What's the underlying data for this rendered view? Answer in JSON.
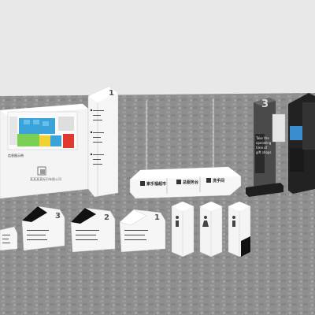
{
  "floor_map_panel": {
    "caption": "信息图示例",
    "logo_text": "某某某某标识有限公司"
  },
  "hanging_sign": {
    "items": [
      "家乐福超市",
      "总服务台",
      "洗手间"
    ]
  },
  "digit_labels": {
    "pylon": "3",
    "folded_tower": "1",
    "small_table_a": "3",
    "small_table_b": "2",
    "small_table_c": "1"
  },
  "pylon_text": {
    "line1": "Take the",
    "line2": "operating",
    "line3": "time of",
    "line4": "gift shops"
  },
  "colors": {
    "ground": "#8e8e8e",
    "sky": "#e8e8e8",
    "sign_white": "#f7f7f7",
    "sign_black": "#1a1a1a",
    "map_blue": "#3aa3d9",
    "map_green": "#7ccf55",
    "map_red": "#e03a2f",
    "map_yellow": "#f2d22e"
  }
}
